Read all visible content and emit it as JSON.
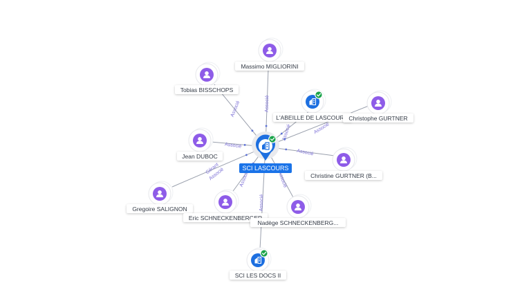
{
  "central": {
    "label": "SCI LASCOURS",
    "icon": "building-icon",
    "color": "#1a73e8"
  },
  "nodes": [
    {
      "id": "massimo",
      "type": "person",
      "label": "Massimo MIGLIORINI",
      "icon": "person-icon"
    },
    {
      "id": "tobias",
      "type": "person",
      "label": "Tobias BISSCHOPS",
      "icon": "person-icon"
    },
    {
      "id": "abeille",
      "type": "company",
      "label": "L'ABEILLE DE LASCOUR...",
      "icon": "building-icon",
      "verified": true
    },
    {
      "id": "christophe",
      "type": "person",
      "label": "Christophe GURTNER",
      "icon": "person-icon"
    },
    {
      "id": "jean",
      "type": "person",
      "label": "Jean DUBOC",
      "icon": "person-icon"
    },
    {
      "id": "christine",
      "type": "person",
      "label": "Christine GURTNER (B...",
      "icon": "person-icon"
    },
    {
      "id": "gregoire",
      "type": "person",
      "label": "Gregoire SALIGNON",
      "icon": "person-icon"
    },
    {
      "id": "eric",
      "type": "person",
      "label": "Eric SCHNECKENBERGER",
      "icon": "person-icon"
    },
    {
      "id": "nadege",
      "type": "person",
      "label": "Nadège SCHNECKENBERG...",
      "icon": "person-icon"
    },
    {
      "id": "docs",
      "type": "company",
      "label": "SCI LES DOCS II",
      "icon": "building-icon",
      "verified": true
    }
  ],
  "edges": [
    {
      "to": "massimo",
      "labels": [
        "Associé"
      ]
    },
    {
      "to": "tobias",
      "labels": [
        "Associé"
      ]
    },
    {
      "to": "abeille",
      "labels": [
        "Associé"
      ]
    },
    {
      "to": "christophe",
      "labels": [
        "Associé"
      ]
    },
    {
      "to": "jean",
      "labels": [
        "Associé"
      ]
    },
    {
      "to": "christine",
      "labels": [
        "Associé"
      ]
    },
    {
      "to": "gregoire",
      "labels": [
        "Gérant",
        "Associé"
      ]
    },
    {
      "to": "eric",
      "labels": [
        "Associé"
      ]
    },
    {
      "to": "nadege",
      "labels": [
        "Associé"
      ]
    },
    {
      "to": "docs",
      "labels": [
        "Associé"
      ]
    }
  ],
  "colors": {
    "person": "#8e5ce8",
    "company": "#1d6fe0",
    "verified": "#1aa34a",
    "edge": "#9aa0ad",
    "edge_label": "#7b6fd6"
  }
}
